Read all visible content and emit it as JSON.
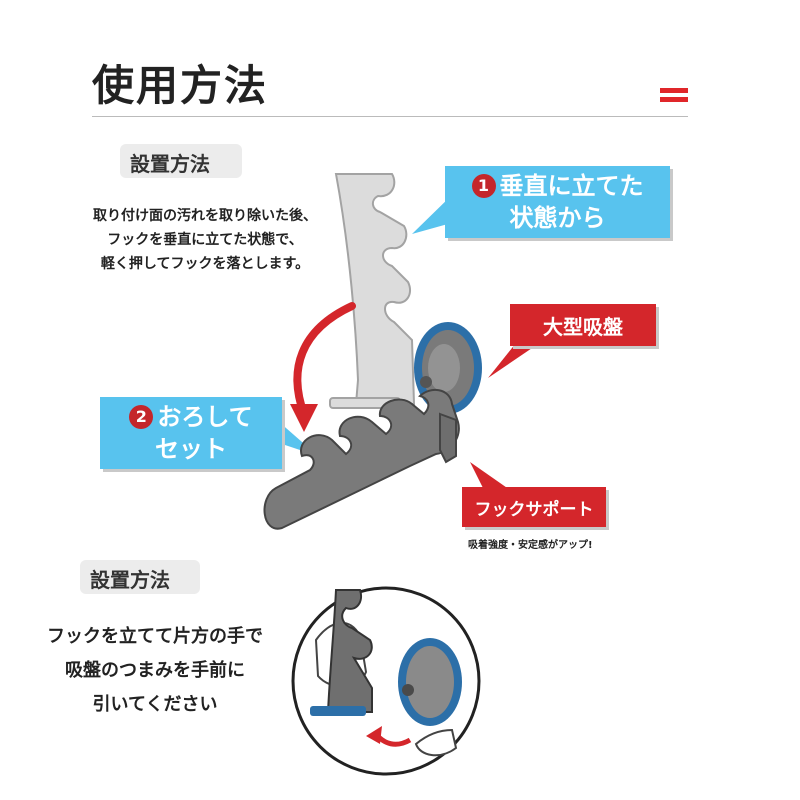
{
  "heading": "使用方法",
  "colors": {
    "accent_red": "#d4262b",
    "callout_blue": "#58c3ee",
    "suction_blue": "#2c6fa8",
    "hook_gray": "#7a7a7a"
  },
  "section1": {
    "label": "設置方法",
    "description": [
      "取り付け面の汚れを取り除いた後、",
      "フックを垂直に立てた状態で、",
      "軽く押してフックを落とします。"
    ],
    "step1": {
      "number": "1",
      "line1": "垂直に立てた",
      "line2": "状態から"
    },
    "step2": {
      "number": "2",
      "line1": "おろして",
      "line2": "セット"
    },
    "suction_label": "大型吸盤",
    "support_label": "フックサポート",
    "support_note": "吸着強度・安定感がアップ!"
  },
  "section2": {
    "label": "設置方法",
    "description": [
      "フックを立てて片方の手で",
      "吸盤のつまみを手前に",
      "引いてください"
    ]
  }
}
